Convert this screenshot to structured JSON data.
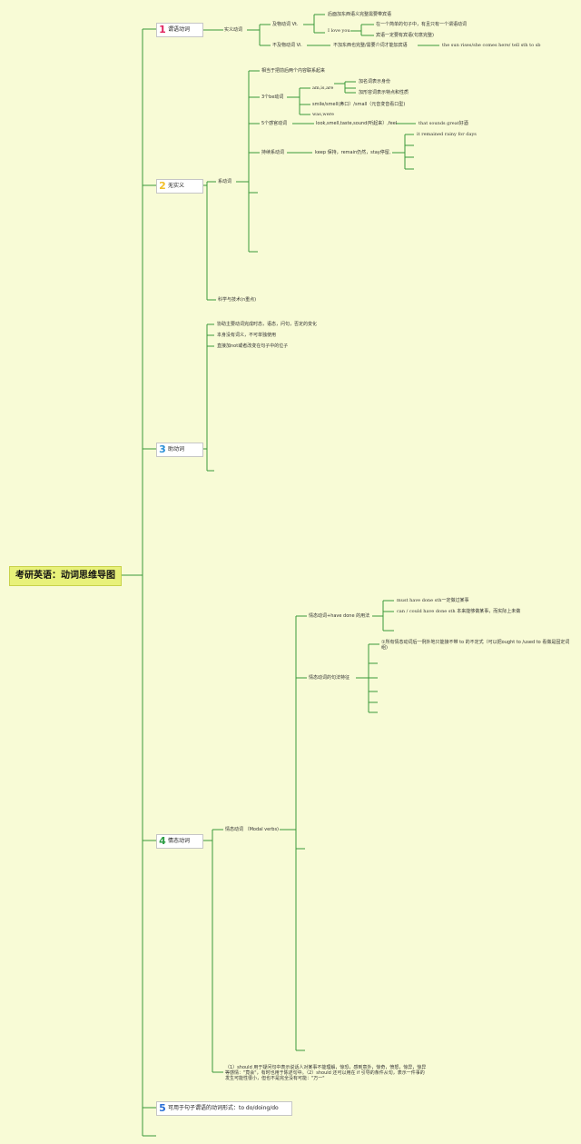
{
  "root": "考研英语：动词思维导图",
  "b1": {
    "num": "1",
    "num_color": "#e0245e",
    "label": "谓语动词",
    "shiyi": "实义动词",
    "jiwu": "及物动词 Vt.",
    "jiwu_n1": "后面加东西语义完整需要带宾语",
    "iloveyou": "I love you",
    "ily1": "在一个简单的句子中，有且只有一个谓语动词",
    "ily2": "宾语一定要有宾语(句意完整)",
    "bujiwu": "不及物动词 Vi.",
    "bujiwu_n1": "不加东西也完整/需要介词才能加宾语",
    "bujiwu_ex": "the sun rises/she comes here/ tell sth to sb"
  },
  "b2": {
    "num": "2",
    "num_color": "#f2c029",
    "label": "无实义",
    "xi": "系动词",
    "xi_def": "相当于把前后两个内容联系起来",
    "be": "3个be动词",
    "be_forms": "am,is,are",
    "be_n1": "加名词表示身份",
    "be_n2": "加形容词表示特点和性质",
    "smile": "smile/smell(鼻口）/small（元音变音看口型)",
    "waswere": "was,were",
    "ganguan": "5个感官动词",
    "ganguan_list": "look,smell,taste,sound(听起来）,feel",
    "ganguan_ex": "that sounds great好酒",
    "chixu": "持续系动词",
    "chixu_list": "keep 保持，remain仍然，stay停留,",
    "chixu_ex": "it remained rainy for days",
    "kexue": "科学与技术(n重点)"
  },
  "b3": {
    "num": "3",
    "num_color": "#2a8fd6",
    "label": "助动词",
    "n1": "协助主要动词完成时态，语态，问句，否定的变化",
    "n2": "本身没有词义，不可单独使用",
    "n3": "直接加not或者改变在句子中的位子"
  },
  "b4": {
    "num": "4",
    "num_color": "#2e9e44",
    "label": "情态动词",
    "modal": "情态动词 （Modal verbs)",
    "have_done": "情态动词+have done 的用法",
    "must": "must have done sth一定做过某事",
    "could": "can / could have done sth 本来能够做某事，而实际上未做",
    "syntax": "情态动词的句法特征",
    "syntax_n1": "①所有情态动词后一例外地只能接不带 to 的不定式（可以把ought to /used to 看做是固定词组)",
    "should": "（1）should 用于疑问句中表示说话人对某事不能理解，惊恐，感到意外，惊奇，愤怒，惊异，惊异等感情：\"竟会\"，有时也用于陈述句中。（2）should 还可以用在 if 引导的条件从句，表示一件事的发生可能性很小，但也不是完全没有可能：\"万一\""
  },
  "b5": {
    "num": "5",
    "num_color": "#2a6fd6",
    "label": "可用于句子谓语的动词形式：to do/doing/do"
  }
}
